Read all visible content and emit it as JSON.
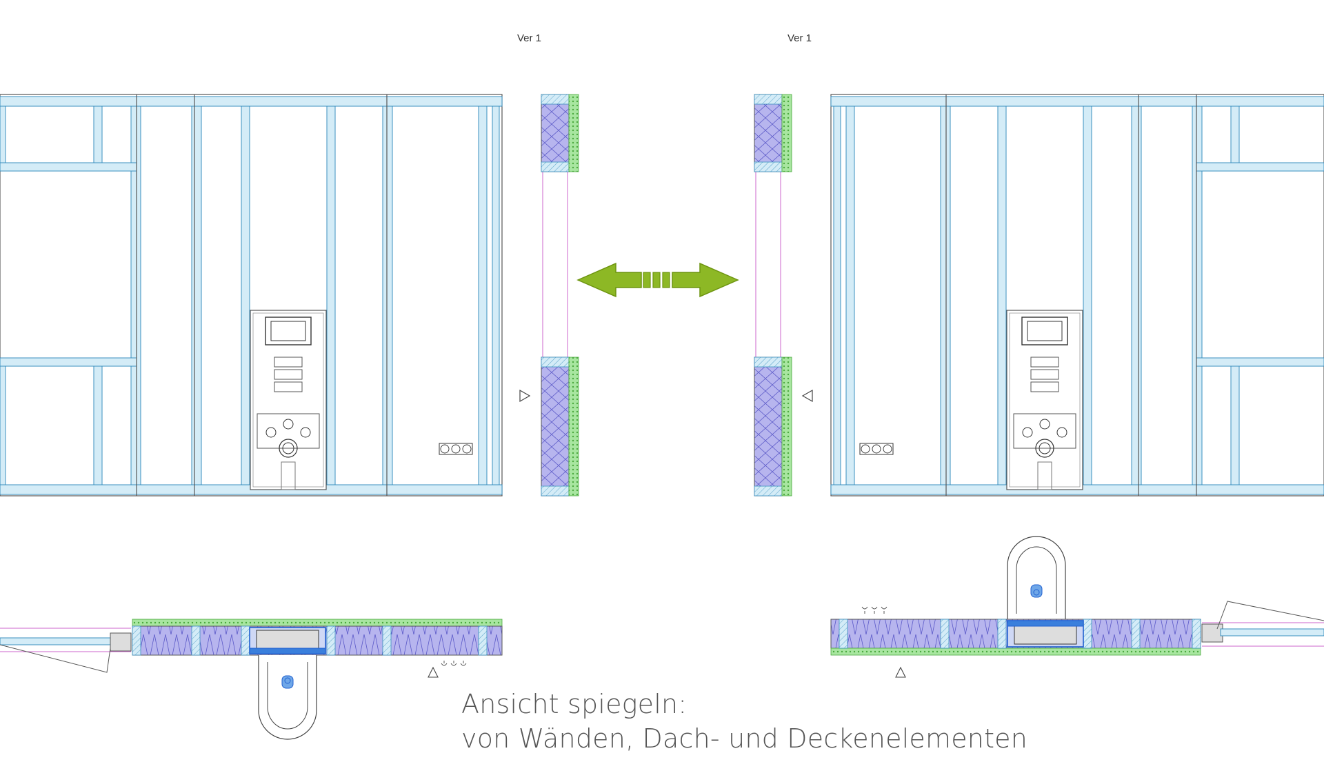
{
  "version_labels": {
    "left": "Ver 1",
    "right": "Ver 1"
  },
  "caption": {
    "line1": "Ansicht spiegeln:",
    "line2": "von Wänden, Dach- und Deckenelementen"
  },
  "colors": {
    "stud_fill": "#d4ecf7",
    "stud_stroke": "#3a8fbf",
    "insulation_fill": "#b7b5ee",
    "insulation_stroke": "#5a58c8",
    "board_fill": "#a8e6a0",
    "board_stroke": "#4aa83e",
    "arrow_fill": "#8db825",
    "arrow_stroke": "#6d9410",
    "guide_line": "#cc66cc",
    "outline": "#555555"
  },
  "icons": {
    "mirror_arrow": "double-arrow-icon",
    "view_marker": "triangle-marker-icon",
    "toilet": "toilet-icon",
    "socket": "socket-icon"
  }
}
